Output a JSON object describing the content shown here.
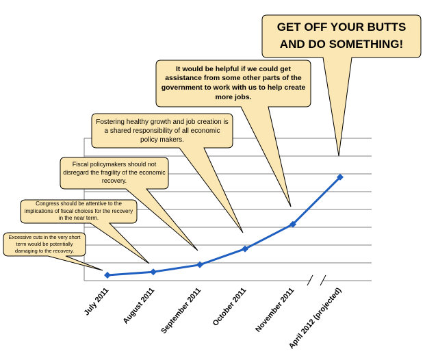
{
  "chart_data": {
    "type": "line",
    "categories": [
      "July 2011",
      "August 2011",
      "September 2011",
      "October 2011",
      "November 2011",
      "April 2012 (projected)"
    ],
    "values": [
      1.0,
      1.6,
      2.9,
      5.8,
      10.3,
      18.9
    ],
    "ylim": [
      0,
      26
    ],
    "grid": true,
    "axis_break_between": [
      "November 2011",
      "April 2012 (projected)"
    ],
    "line_color": "#1f5fbf",
    "callout_fill": "#fbe7b4",
    "callouts": [
      {
        "text": "Excessive cuts in the very short term would be potentially damaging to the recovery.",
        "point": "July 2011"
      },
      {
        "text": "Congress should be attentive to the implications of fiscal choices for the recovery in the near term.",
        "point": "August 2011"
      },
      {
        "text": "Fiscal policymakers should not disregard the fragility of the economic recovery.",
        "point": "September 2011"
      },
      {
        "text": "Fostering healthy growth and job creation is a shared responsibility of all economic policy makers.",
        "point": "October 2011"
      },
      {
        "text": "It would be helpful if we could get assistance from some other parts of the government to work with us to help create more jobs.",
        "point": "November 2011"
      },
      {
        "text": "GET OFF YOUR BUTTS AND DO SOMETHING!",
        "point": "April 2012 (projected)"
      }
    ]
  }
}
